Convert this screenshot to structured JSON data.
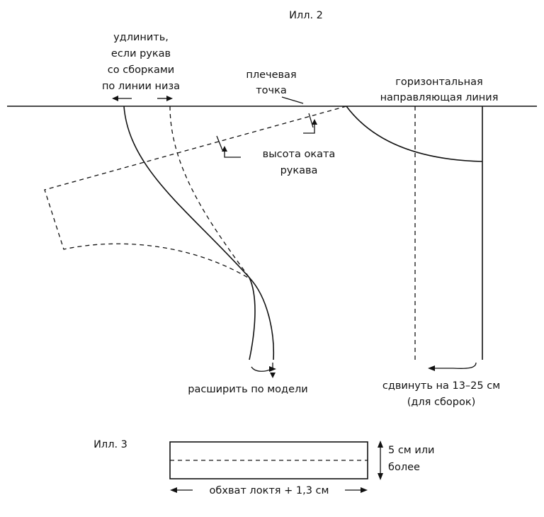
{
  "figure2": {
    "title": "Илл. 2",
    "lengthen_note": [
      "удлинить,",
      "если рукав",
      "со сборками",
      "по линии низа"
    ],
    "shoulder_point": [
      "плечевая",
      "точка"
    ],
    "horizontal_line": [
      "горизонтальная",
      "направляющая линия"
    ],
    "cap_height": [
      "высота оката",
      "рукава"
    ],
    "widen": "расширить по модели",
    "shift": [
      "сдвинуть на 13–25 см",
      "(для сборок)"
    ]
  },
  "figure3": {
    "title": "Илл. 3",
    "height_label": [
      "5 см или",
      "более"
    ],
    "width_label": "обхват локтя + 1,3 см"
  }
}
